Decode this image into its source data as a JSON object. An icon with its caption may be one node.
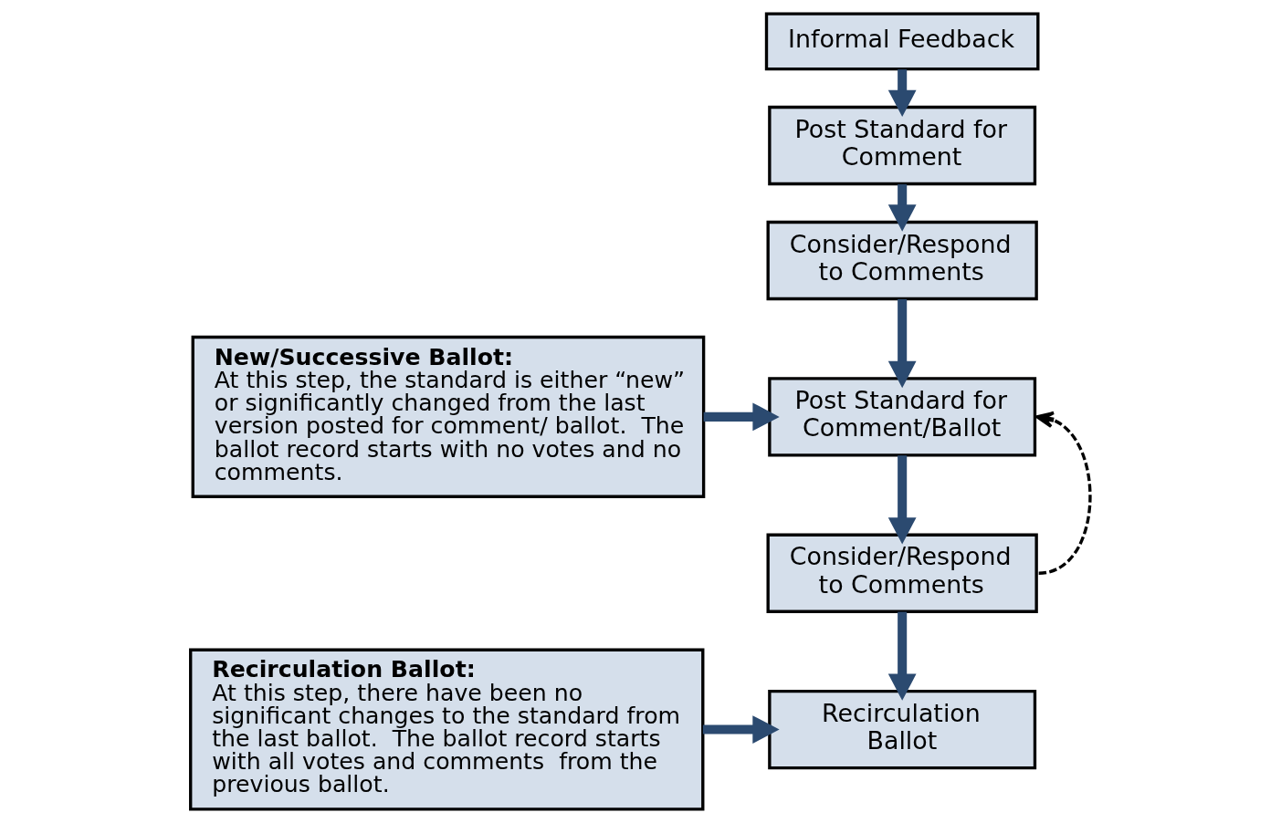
{
  "diagram": {
    "nodes": [
      {
        "text": [
          "New/Successive Ballot:",
          "At this step, the standard is either “new” or significantly changed from the last version posted for comment/ ballot.  The ballot record starts with no votes and no comments."
        ]
      },
      {
        "text": [
          "Recirculation Ballot:",
          "At this step, there have been no significant changes to the standard from the last ballot.  The ballot record starts with all votes and comments  from the previous ballot."
        ]
      },
      {
        "text": [
          "Informal Feedback"
        ]
      },
      {
        "text": [
          "Post Standard for Comment"
        ]
      },
      {
        "text": [
          "Consider/Respond to Comments"
        ]
      },
      {
        "text": [
          "Post Standard for Comment/Ballot"
        ]
      },
      {
        "text": [
          "Consider/Respond to Comments"
        ]
      },
      {
        "text": [
          "Recirculation Ballot"
        ]
      }
    ],
    "edges": [
      {
        "from": 2,
        "to": 3,
        "arrow": "to"
      },
      {
        "from": 3,
        "to": 4,
        "arrow": "to"
      },
      {
        "from": 4,
        "to": 5,
        "arrow": "to"
      },
      {
        "from": 5,
        "to": 6,
        "arrow": "to"
      },
      {
        "from": 6,
        "to": 7,
        "arrow": "to"
      },
      {
        "from": 0,
        "to": 5,
        "arrow": "to"
      },
      {
        "from": 1,
        "to": 7,
        "arrow": "to"
      },
      {
        "from": 6,
        "to": 5,
        "arrow": "to",
        "style": "dashed",
        "color": "#000000"
      }
    ]
  }
}
